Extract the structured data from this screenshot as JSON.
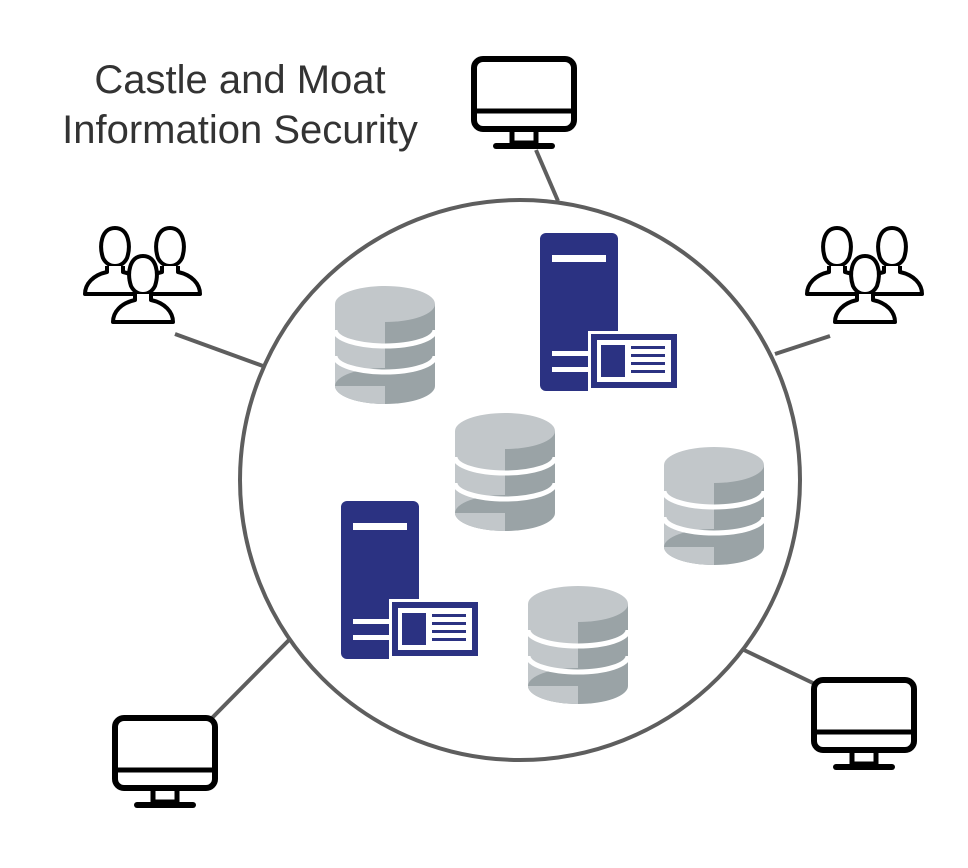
{
  "diagram": {
    "title_lines": [
      "Castle and Moat",
      "Information Security"
    ],
    "nodes": {
      "perimeter": "castle-perimeter-circle",
      "outside": [
        "monitor-icon",
        "monitor-icon",
        "monitor-icon",
        "users-group-icon",
        "users-group-icon"
      ],
      "inside": [
        "database-icon",
        "database-icon",
        "database-icon",
        "database-icon",
        "server-icon",
        "server-icon"
      ]
    },
    "colors": {
      "perimeter_stroke": "#5e5e5e",
      "connector": "#5e5e5e",
      "outline_icon": "#000000",
      "server_fill": "#2b3282",
      "database_light": "#c2c7ca",
      "database_dark": "#9aa3a6",
      "title_text": "#333333"
    }
  }
}
